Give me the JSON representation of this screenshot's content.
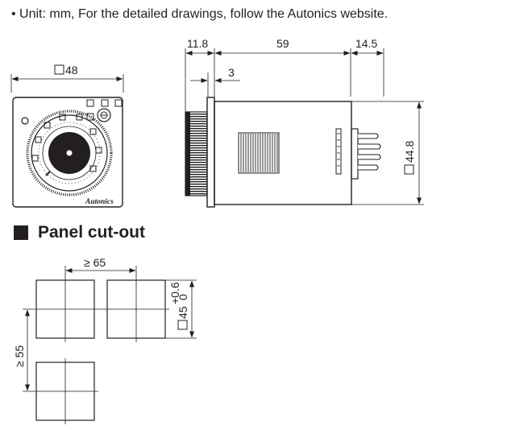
{
  "note": "• Unit: mm, For the detailed drawings, follow the Autonics website.",
  "front_view": {
    "width_label": "48",
    "brand": "Autonics"
  },
  "side_view": {
    "dim_knob": "11.8",
    "dim_body": "59",
    "dim_pins": "14.5",
    "dim_flange": "3",
    "dim_height": "44.8"
  },
  "panel_cutout": {
    "title": "Panel cut-out",
    "pitch_h": "≥ 65",
    "pitch_v": "≥ 55",
    "hole_size": "45",
    "tol_upper": "+0.6",
    "tol_lower": "0"
  },
  "colors": {
    "line": "#231f20",
    "background": "#ffffff"
  }
}
